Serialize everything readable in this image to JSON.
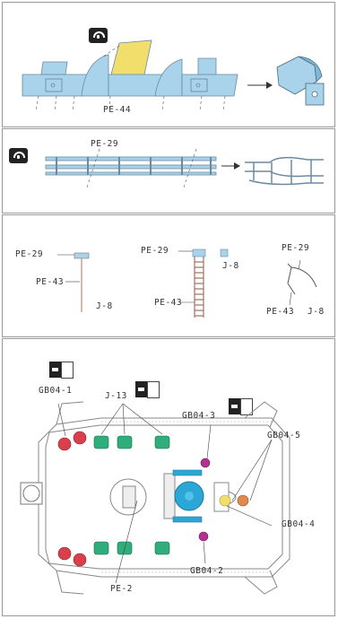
{
  "panel1": {
    "step_icon": "hinge-icon",
    "part": "PE-44"
  },
  "panel2": {
    "step_icon": "hinge-icon",
    "part": "PE-29"
  },
  "panel3": {
    "a": {
      "top": "PE-29",
      "mid": "PE-43",
      "bottom": "J-8"
    },
    "b": {
      "top": "PE-29",
      "side": "J-8",
      "bottom": "PE-43"
    },
    "c": {
      "top": "PE-29",
      "bottom_left": "PE-43",
      "bottom_right": "J-8"
    }
  },
  "panel4": {
    "gb04_1": "GB04-1",
    "j13": "J-13",
    "gb04_3": "GB04-3",
    "gb04_5": "GB04-5",
    "gb04_4": "GB04-4",
    "gb04_2": "GB04-2",
    "pe2": "PE-2",
    "glue_icon": "glue-icon"
  },
  "colors": {
    "photoetch_blue": "#a9d3ea",
    "highlight_yellow": "#f2df6b",
    "red": "#d8404c",
    "green": "#2fae7c",
    "purple": "#b4318f",
    "cyan": "#2aa7d6",
    "tan": "#b88c7a",
    "orange": "#e08a4f"
  }
}
